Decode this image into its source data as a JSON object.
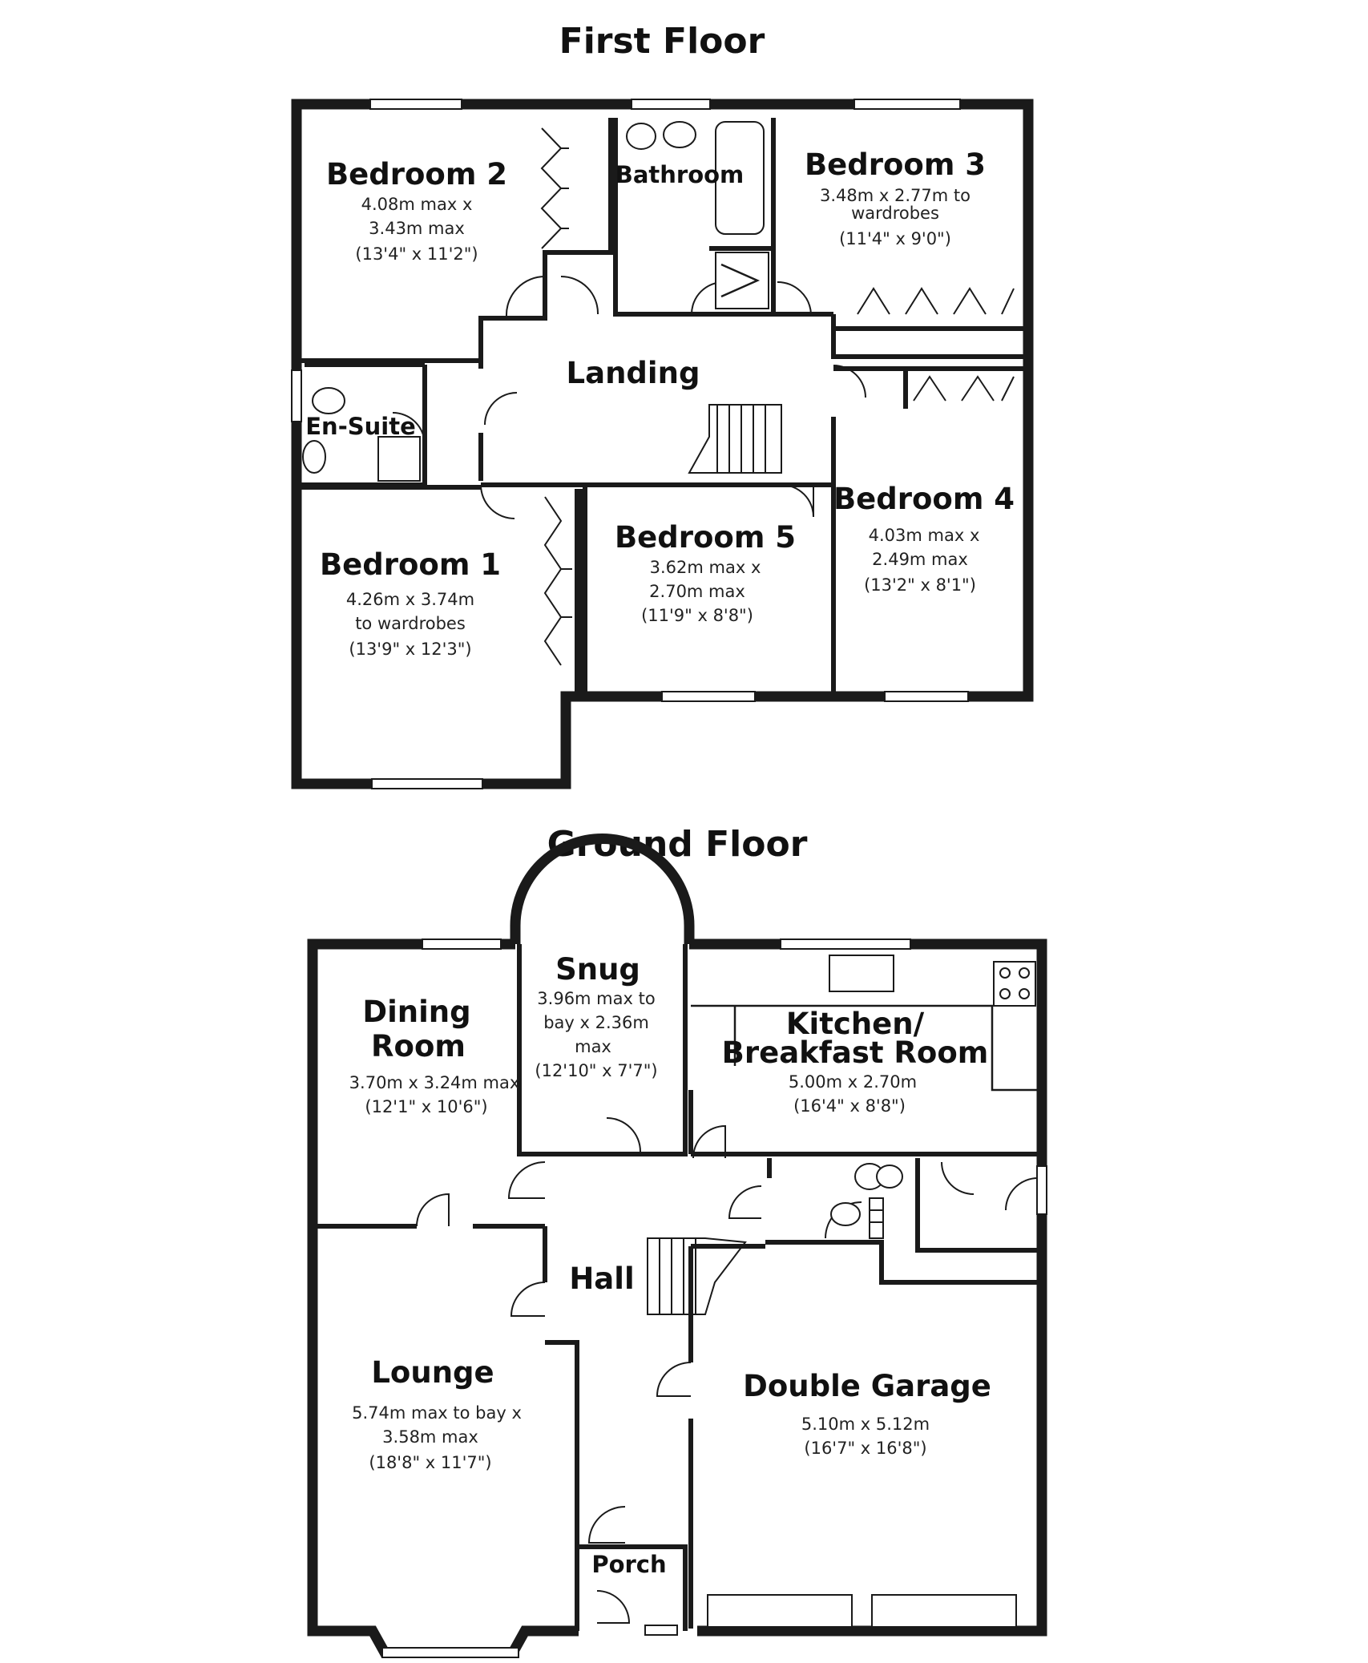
{
  "first_floor": {
    "title": "First Floor",
    "rooms": {
      "bedroom2": {
        "name": "Bedroom 2",
        "dims": [
          "4.08m max x",
          "3.43m max",
          "(13'4\" x 11'2\")"
        ]
      },
      "bathroom": {
        "name": "Bathroom"
      },
      "bedroom3": {
        "name": "Bedroom 3",
        "dims": [
          "3.48m x 2.77m to",
          "wardrobes",
          "(11'4\" x 9'0\")"
        ]
      },
      "landing": {
        "name": "Landing"
      },
      "ensuite": {
        "name": "En-Suite"
      },
      "bedroom1": {
        "name": "Bedroom 1",
        "dims": [
          "4.26m x 3.74m",
          "to wardrobes",
          "(13'9\" x 12'3\")"
        ]
      },
      "bedroom5": {
        "name": "Bedroom 5",
        "dims": [
          "3.62m max x",
          "2.70m max",
          "(11'9\" x 8'8\")"
        ]
      },
      "bedroom4": {
        "name": "Bedroom 4",
        "dims": [
          "4.03m max x",
          "2.49m max",
          "(13'2\" x 8'1\")"
        ]
      }
    }
  },
  "ground_floor": {
    "title": "Ground Floor",
    "rooms": {
      "dining": {
        "name_lines": [
          "Dining",
          "Room"
        ],
        "dims": [
          "3.70m x 3.24m max",
          "(12'1\" x 10'6\")"
        ]
      },
      "snug": {
        "name": "Snug",
        "dims": [
          "3.96m max to",
          "bay x 2.36m",
          "max",
          "(12'10\" x 7'7\")"
        ]
      },
      "kitchen": {
        "name_lines": [
          "Kitchen/",
          "Breakfast Room"
        ],
        "dims": [
          "5.00m x 2.70m",
          "(16'4\" x 8'8\")"
        ]
      },
      "hall": {
        "name": "Hall"
      },
      "lounge": {
        "name": "Lounge",
        "dims": [
          "5.74m max to bay x",
          "3.58m max",
          "(18'8\" x 11'7\")"
        ]
      },
      "garage": {
        "name": "Double Garage",
        "dims": [
          "5.10m x 5.12m",
          "(16'7\" x 16'8\")"
        ]
      },
      "porch": {
        "name": "Porch"
      }
    }
  }
}
